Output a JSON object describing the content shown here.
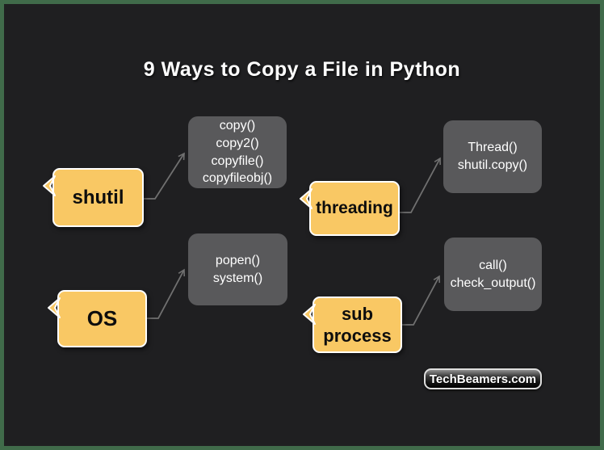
{
  "title": "9 Ways to Copy a File in Python",
  "modules": [
    {
      "name": "shutil",
      "functions": [
        "copy()",
        "copy2()",
        "copyfile()",
        "copyfileobj()"
      ]
    },
    {
      "name": "threading",
      "functions": [
        "Thread()",
        "shutil.copy()"
      ]
    },
    {
      "name": "OS",
      "functions": [
        "popen()",
        "system()"
      ]
    },
    {
      "name": "sub process",
      "functions": [
        "call()",
        "check_output()"
      ]
    }
  ],
  "badge": {
    "label": "TechBeamers.com"
  },
  "colors": {
    "frame_green": "#406b4a",
    "background": "#1f1f21",
    "module_fill": "#f9c864",
    "module_border": "#ffffff",
    "module_text": "#0d0d0d",
    "function_fill": "#59595b",
    "function_text": "#ffffff",
    "connector": "#707070",
    "title_text": "#ffffff"
  },
  "icons": {
    "module_notch": "speech-tail-left",
    "connector_end": "open-arrowhead"
  }
}
